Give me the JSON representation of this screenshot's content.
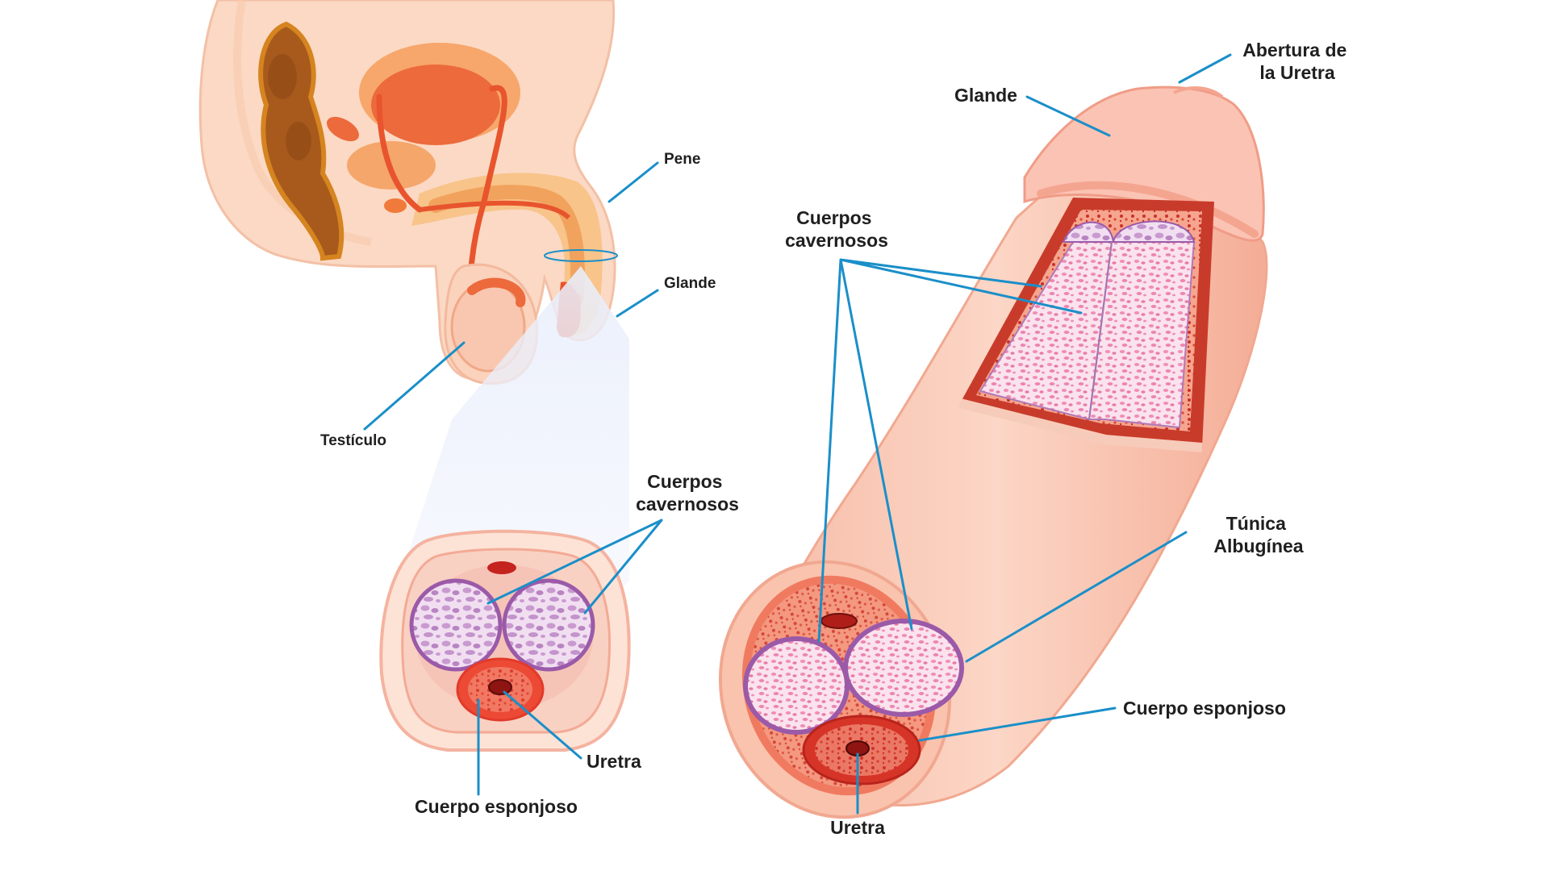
{
  "diagram": {
    "labels": {
      "pene": "Pene",
      "glande_small": "Glande",
      "testiculo": "Testículo",
      "cuerpos_cavernosos_cross": [
        "Cuerpos",
        "cavernosos"
      ],
      "uretra_cross": "Uretra",
      "cuerpo_esponjoso_cross": "Cuerpo esponjoso",
      "abertura_uretra": [
        "Abertura de",
        "la Uretra"
      ],
      "glande_large": "Glande",
      "cuerpos_cavernosos_large": [
        "Cuerpos",
        "cavernosos"
      ],
      "tunica_albuginea": [
        "Túnica",
        "Albugínea"
      ],
      "cuerpo_esponjoso_large": "Cuerpo esponjoso",
      "uretra_large": "Uretra"
    },
    "colors": {
      "skin": "#fbd9c4",
      "skin_dark": "#f2b59c",
      "organ_orange": "#e8733a",
      "bowel": "#a85a1c",
      "cavernosa_purple": "#b07ab8",
      "esponjoso_red": "#e23a2a",
      "tissue_pink": "#f4a7c6",
      "leader_blue": "#1a8fc9"
    }
  }
}
